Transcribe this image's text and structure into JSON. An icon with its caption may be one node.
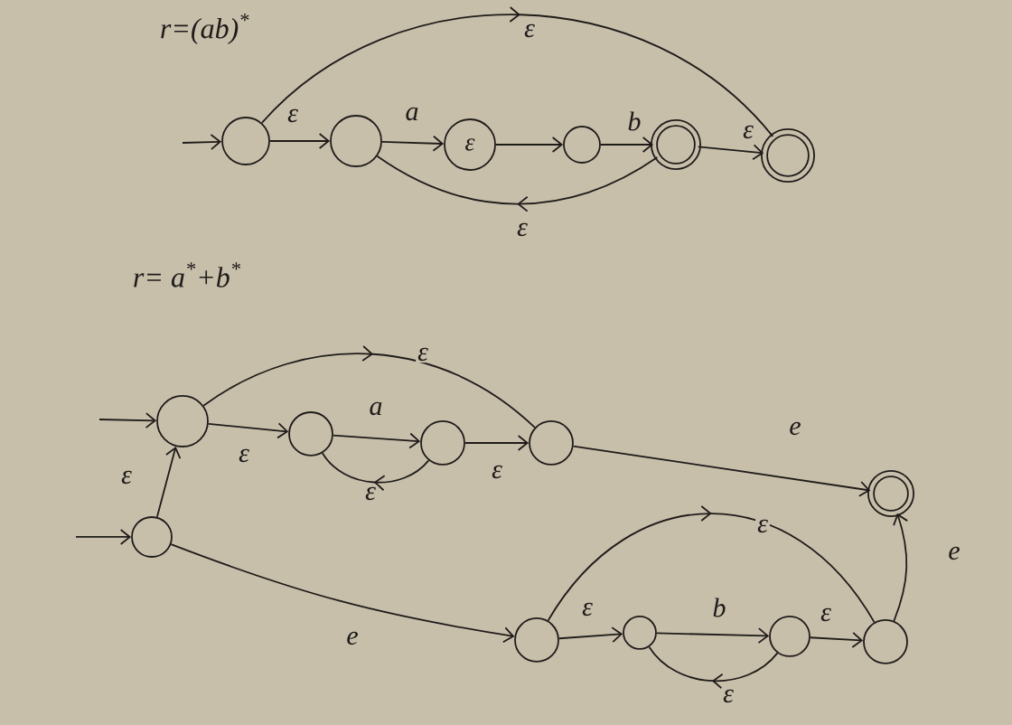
{
  "diagram": {
    "nodes": [
      {
        "text": [],
        "shape": "circle"
      },
      {
        "text": [],
        "shape": "circle"
      },
      {
        "text": [
          "ε"
        ]
      },
      {
        "text": [],
        "shape": "circle"
      },
      {
        "text": [],
        "shape": "circle"
      },
      {
        "text": [],
        "shape": "circle"
      },
      {
        "text": [],
        "shape": "circle"
      },
      {
        "text": [],
        "shape": "circle"
      },
      {
        "text": [],
        "shape": "circle"
      },
      {
        "text": [],
        "shape": "circle"
      },
      {
        "text": [],
        "shape": "circle"
      },
      {
        "text": [],
        "shape": "circle"
      },
      {
        "text": [],
        "shape": "circle"
      },
      {
        "text": [],
        "shape": "circle"
      },
      {
        "text": [],
        "shape": "circle"
      },
      {
        "text": [],
        "shape": "circle"
      }
    ],
    "edges": [
      {
        "from": null,
        "to": 0,
        "arrow": "to"
      },
      {
        "from": 0,
        "to": 1,
        "arrow": "to",
        "label": "ε"
      },
      {
        "from": 1,
        "to": 2,
        "arrow": "to",
        "label": "a"
      },
      {
        "from": 2,
        "to": 3,
        "arrow": "to"
      },
      {
        "from": 3,
        "to": 4,
        "arrow": "to",
        "label": "b"
      },
      {
        "from": 4,
        "to": 5,
        "arrow": "to",
        "label": "ε"
      },
      {
        "from": 0,
        "to": 5,
        "arrow": "to",
        "label": "ε"
      },
      {
        "from": 4,
        "to": 1,
        "arrow": "to",
        "label": "ε"
      },
      {
        "from": null,
        "to": 6,
        "arrow": "to"
      },
      {
        "from": null,
        "to": 11,
        "arrow": "to"
      },
      {
        "from": 11,
        "to": 6,
        "arrow": "to",
        "label": "ε"
      },
      {
        "from": 6,
        "to": 7,
        "arrow": "to",
        "label": "ε"
      },
      {
        "from": 7,
        "to": 8,
        "arrow": "to",
        "label": "a"
      },
      {
        "from": 8,
        "to": 7,
        "arrow": "to",
        "label": "ε"
      },
      {
        "from": 8,
        "to": 9,
        "arrow": "to",
        "label": "ε"
      },
      {
        "from": 6,
        "to": 9,
        "arrow": "to",
        "label": "ε"
      },
      {
        "from": 9,
        "to": 10,
        "arrow": "to",
        "label": "e"
      },
      {
        "from": 11,
        "to": 12,
        "arrow": "to",
        "label": "e"
      },
      {
        "from": 12,
        "to": 13,
        "arrow": "to",
        "label": "ε"
      },
      {
        "from": 13,
        "to": 14,
        "arrow": "to",
        "label": "b"
      },
      {
        "from": 14,
        "to": 13,
        "arrow": "to",
        "label": "ε"
      },
      {
        "from": 14,
        "to": 15,
        "arrow": "to",
        "label": "ε"
      },
      {
        "from": 12,
        "to": 15,
        "arrow": "to",
        "label": "ε"
      },
      {
        "from": 15,
        "to": 10,
        "arrow": "to",
        "label": "e"
      }
    ],
    "labels": [
      "r=(ab)$^{*}$",
      "r= a$^{*}$+b$^{*}$"
    ]
  }
}
